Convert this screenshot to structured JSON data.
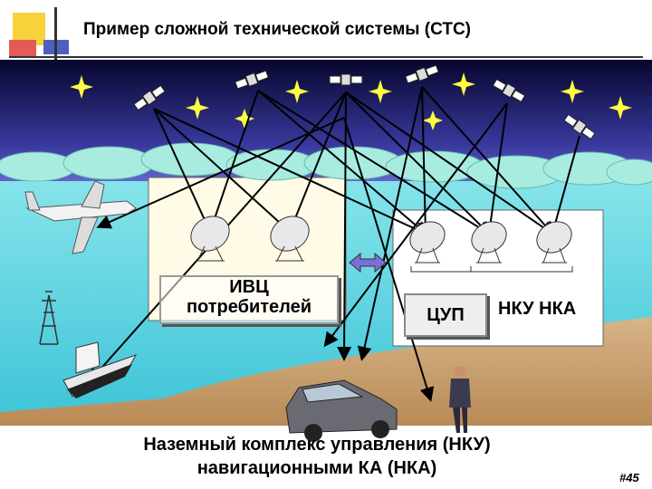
{
  "slide": {
    "title": "Пример сложной технической системы (СТС)",
    "ivc_line1": "ИВЦ",
    "ivc_line2": "потребителей",
    "cup": "ЦУП",
    "nku_nka": "НКУ НКА",
    "caption_line1": "Наземный комплекс управления (НКУ)",
    "caption_line2": "навигационными КА (НКА)",
    "slide_number": "#45"
  },
  "colors": {
    "sky_top": "#0a0a40",
    "sky_bottom": "#6b6fd6",
    "sea": "#5fd0e0",
    "sand": "#c8a070",
    "cloud": "#a8ece0",
    "arrow": "#000000"
  },
  "icons": [
    "satellite-icon",
    "star-icon",
    "cloud-icon",
    "airplane-icon",
    "radio-tower-icon",
    "ship-icon",
    "dish-antenna-icon",
    "car-icon",
    "person-icon",
    "double-arrow-icon"
  ]
}
